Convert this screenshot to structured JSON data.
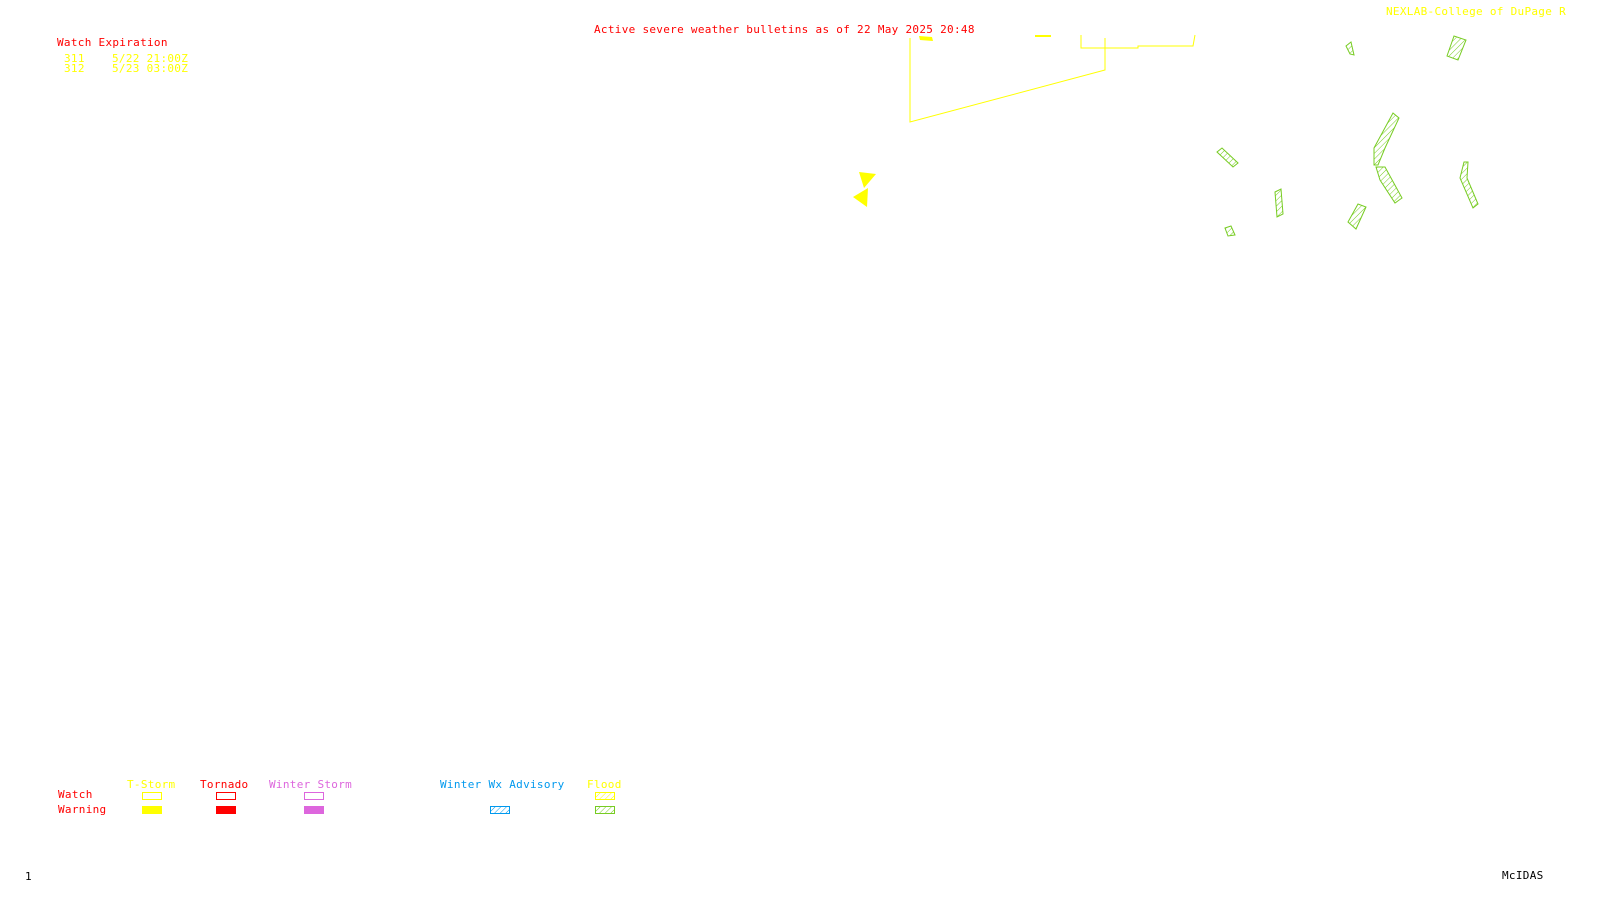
{
  "header": {
    "bulletin_title": "Active severe weather bulletins as of 22 May 2025 20:48",
    "credit": "NEXLAB-College of DuPage R"
  },
  "watch_table": {
    "heading": "Watch Expiration",
    "rows": [
      {
        "number": "311",
        "expiration": "5/22 21:00Z"
      },
      {
        "number": "312",
        "expiration": "5/23 03:00Z"
      }
    ]
  },
  "legend": {
    "row_labels": {
      "watch": "Watch",
      "warning": "Warning"
    },
    "columns": [
      {
        "label": "T-Storm",
        "color": "#ffff00"
      },
      {
        "label": "Tornado",
        "color": "#ff0000"
      },
      {
        "label": "Winter Storm",
        "color": "#dd66dd"
      },
      {
        "label": "Winter Wx Advisory",
        "color": "#0099ee"
      },
      {
        "label": "Flood",
        "color": "#77cc22"
      }
    ]
  },
  "footer": {
    "frame_number": "1",
    "software": "McIDAS"
  },
  "colors": {
    "title": "#ff0000",
    "watch_outline": "#ffff00",
    "flood_hatch": "#77cc22"
  }
}
